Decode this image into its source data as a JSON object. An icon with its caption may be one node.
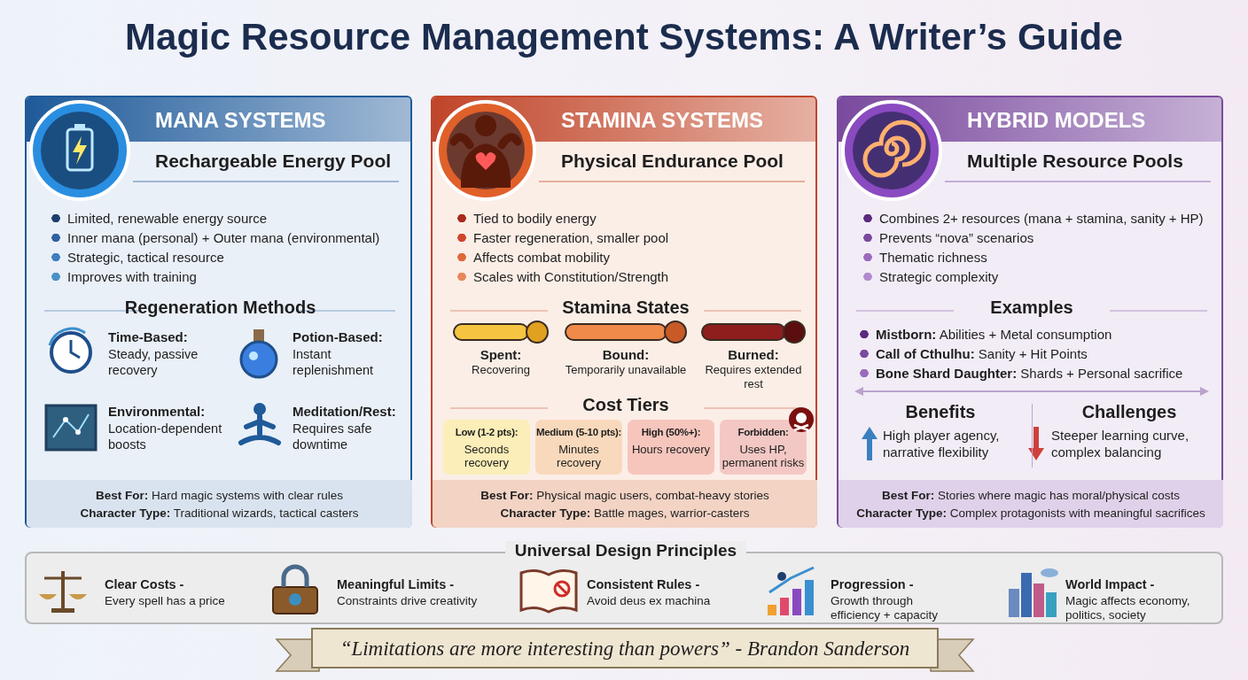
{
  "diagram": {
    "title": "Magic Resource Management Systems: A Writer’s Guide",
    "nodes": [
      {
        "text": [
          "MANA SYSTEMS",
          "Rechargeable Energy Pool",
          "Limited, renewable energy source",
          "Inner mana (personal) + Outer mana (environmental)",
          "Strategic, tactical resource",
          "Improves with training",
          "Regeneration Methods",
          "Time-Based:",
          "Steady, passive recovery",
          "Potion-Based:",
          "Instant replenishment",
          "Environmental:",
          "Location-dependent boosts",
          "Meditation/Rest:",
          "Requires safe downtime"
        ]
      },
      {
        "text": [
          "**Best For:** Hard magic systems with clear rules",
          "**Character Type:** Traditional wizards, tactical casters"
        ],
        "in": 0
      },
      {
        "text": [
          "STAMINA SYSTEMS",
          "Physical Endurance Pool",
          "Tied to bodily energy",
          "Faster regeneration, smaller pool",
          "Affects combat mobility",
          "Scales with Constitution/Strength",
          "Stamina States",
          "Cost Tiers"
        ]
      },
      {
        "text": [
          "Spent:",
          "Recovering"
        ],
        "in": 2
      },
      {
        "text": [
          "Bound:",
          "Temporarily unavailable"
        ],
        "in": 2
      },
      {
        "text": [
          "Burned:",
          "Requires extended rest"
        ],
        "in": 2
      },
      {
        "text": [
          "Low (1-2 pts):",
          "Seconds recovery"
        ],
        "in": 2
      },
      {
        "text": [
          "Medium (5-10 pts):",
          "Minutes recovery"
        ],
        "in": 2
      },
      {
        "text": [
          "High (50%+):",
          "Hours recovery"
        ],
        "in": 2
      },
      {
        "text": [
          "Forbidden:",
          "Uses HP, permanent risks"
        ],
        "in": 2
      },
      {
        "text": [
          "**Best For:** Physical magic users, combat-heavy stories",
          "**Character Type:** Battle mages, warrior-casters"
        ],
        "in": 2
      },
      {
        "text": [
          "HYBRID MODELS",
          "Multiple Resource Pools",
          "Combines 2+ resources (mana + stamina, sanity + HP)",
          "Prevents “nova” scenarios",
          "Thematic richness",
          "Strategic complexity",
          "Examples",
          "**Mistborn:** Abilities + Metal consumption",
          "**Call of Cthulhu:** Sanity + Hit Points",
          "**Bone Shard Daughter:** Shards + Personal sacrifice",
          "Benefits",
          "High player agency, narrative flexibility",
          "Challenges",
          "Steeper learning curve, complex balancing"
        ]
      },
      {
        "text": [
          "**Best For:** Stories where magic has moral/physical costs",
          "**Character Type:** Complex protagonists with meaningful sacrifices"
        ],
        "in": 11
      },
      {
        "text": [
          "Universal Design Principles",
          "Clear Costs -",
          "Every spell has a price",
          "Meaningful Limits -",
          "Constraints drive creativity",
          "Consistent Rules -",
          "Avoid deus ex machina",
          "Progression -",
          "Growth through efficiency + capacity",
          "World Impact -",
          "Magic affects economy, politics, society"
        ]
      },
      {
        "text": [
          "“Limitations are more interesting than powers” - Brandon Sanderson"
        ]
      }
    ],
    "edges": []
  }
}
